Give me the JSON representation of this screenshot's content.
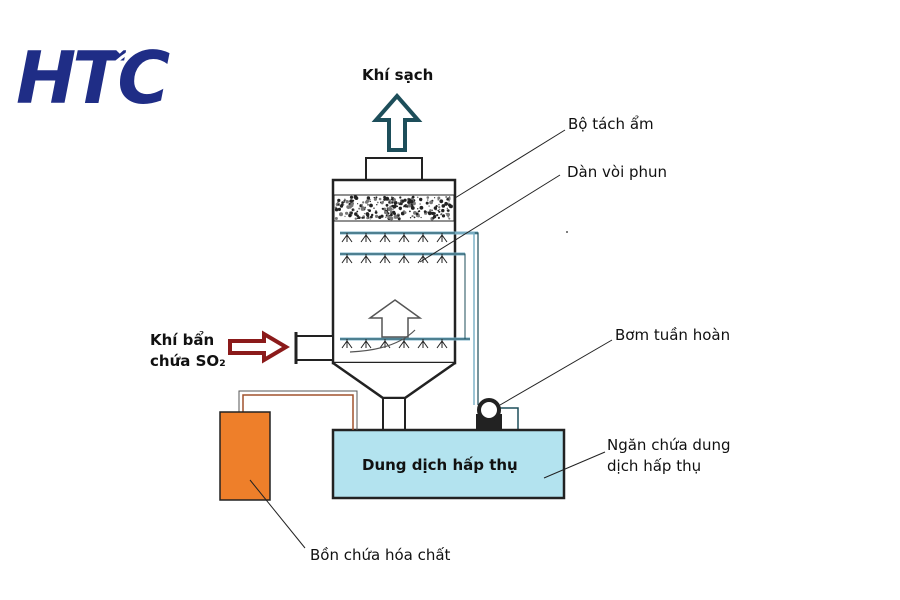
{
  "logo": {
    "text": "HTC",
    "color": "#1f2d86"
  },
  "labels": {
    "clean_gas": "Khí sạch",
    "mist_eliminator": "Bộ tách ẩm",
    "spray_nozzles": "Dàn vòi phun",
    "dirty_gas_line1": "Khí bẩn",
    "dirty_gas_line2": "chứa SO₂",
    "pump": "Bơm tuần hoàn",
    "absorbent_solution": "Dung dịch hấp thụ",
    "tank_line1": "Ngăn chứa dung",
    "tank_line2": "dịch hấp thụ",
    "chemical_tank": "Bồn chứa hóa chất"
  },
  "colors": {
    "tank_fill": "#b3e3ef",
    "chemical_fill": "#ee7f2a",
    "inlet_arrow": "#8b1a1a",
    "outlet_arrow": "#1d4e5a",
    "pipe": "#7fb3c8",
    "chem_pipe": "#a0522d"
  }
}
